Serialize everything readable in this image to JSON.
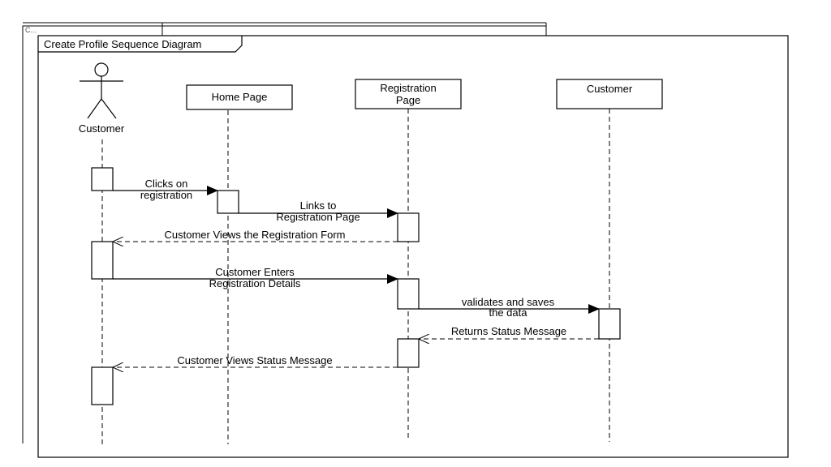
{
  "background_frame": {
    "partial_title": "C..."
  },
  "frame": {
    "title": "Create Profile Sequence Diagram"
  },
  "lifelines": [
    {
      "id": "customer_actor",
      "kind": "actor",
      "label": "Customer"
    },
    {
      "id": "home_page",
      "kind": "box",
      "label": "Home Page"
    },
    {
      "id": "registration_page",
      "kind": "box",
      "label": "Registration Page",
      "label_lines": [
        "Registration",
        "Page"
      ]
    },
    {
      "id": "customer_system",
      "kind": "box",
      "label": "Customer"
    }
  ],
  "messages": [
    {
      "from": "customer_actor",
      "to": "home_page",
      "type": "sync",
      "label_lines": [
        "Clicks on",
        "registration"
      ]
    },
    {
      "from": "home_page",
      "to": "registration_page",
      "type": "sync",
      "label_lines": [
        "Links to",
        "Registration Page"
      ]
    },
    {
      "from": "registration_page",
      "to": "customer_actor",
      "type": "return",
      "label_lines": [
        "Customer Views the Registration Form"
      ]
    },
    {
      "from": "customer_actor",
      "to": "registration_page",
      "type": "sync",
      "label_lines": [
        "Customer Enters",
        "Registration Details"
      ]
    },
    {
      "from": "registration_page",
      "to": "customer_system",
      "type": "sync",
      "label_lines": [
        "validates and saves",
        "the data"
      ]
    },
    {
      "from": "customer_system",
      "to": "registration_page",
      "type": "return",
      "label_lines": [
        "Returns Status Message"
      ]
    },
    {
      "from": "registration_page",
      "to": "customer_actor",
      "type": "return",
      "label_lines": [
        "Customer Views Status Message"
      ]
    }
  ]
}
